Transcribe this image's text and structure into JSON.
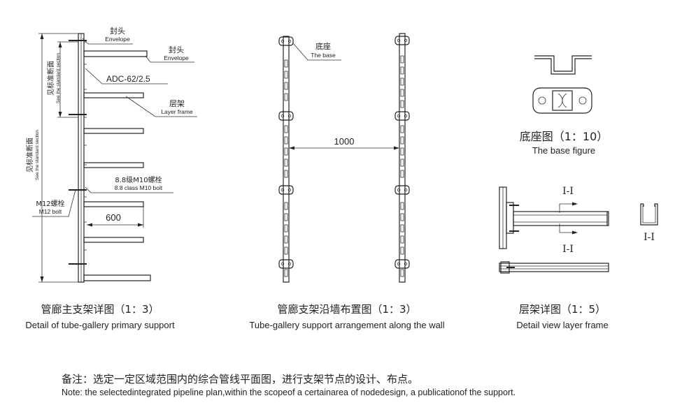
{
  "left_detail": {
    "envelope_cn_1": "封头",
    "envelope_en_1": "Envelope",
    "envelope_cn_2": "封头",
    "envelope_en_2": "Envelope",
    "channel_spec": "ADC-62/2.5",
    "layer_frame_cn": "层架",
    "layer_frame_en": "Layer frame",
    "bolt_m10_cn": "8.8级M10螺栓",
    "bolt_m10_en": "8.8 class M10 bolt",
    "bolt_m12_cn": "M12螺栓",
    "bolt_m12_en": "M12 bolt",
    "arm_length": "600",
    "std_section_cn": "见标准断面",
    "std_section_en": "See the standard section",
    "caption_cn": "管廊主支架详图（1：3）",
    "caption_en": "Detail of tube-gallery primary support"
  },
  "middle_detail": {
    "base_cn": "底座",
    "base_en": "The base",
    "spacing": "1000",
    "caption_cn": "管廊支架沿墙布置图（1：3）",
    "caption_en": "Tube-gallery support arrangement along the wall"
  },
  "right_detail": {
    "base_caption_cn": "底座图（1：10）",
    "base_caption_en": "The base figure",
    "section_label_top": "I-I",
    "section_label_bottom": "I-I",
    "section_label_side": "I-I",
    "caption_cn": "层架详图（1：5）",
    "caption_en": "Detail view layer frame"
  },
  "note": {
    "cn": "备注：选定一定区域范围内的综合管线平面图，进行支架节点的设计、布点。",
    "en": "Note: the selectedintegrated pipeline plan,within the scopeof a certainarea of nodedesign, a publicationof the support."
  }
}
